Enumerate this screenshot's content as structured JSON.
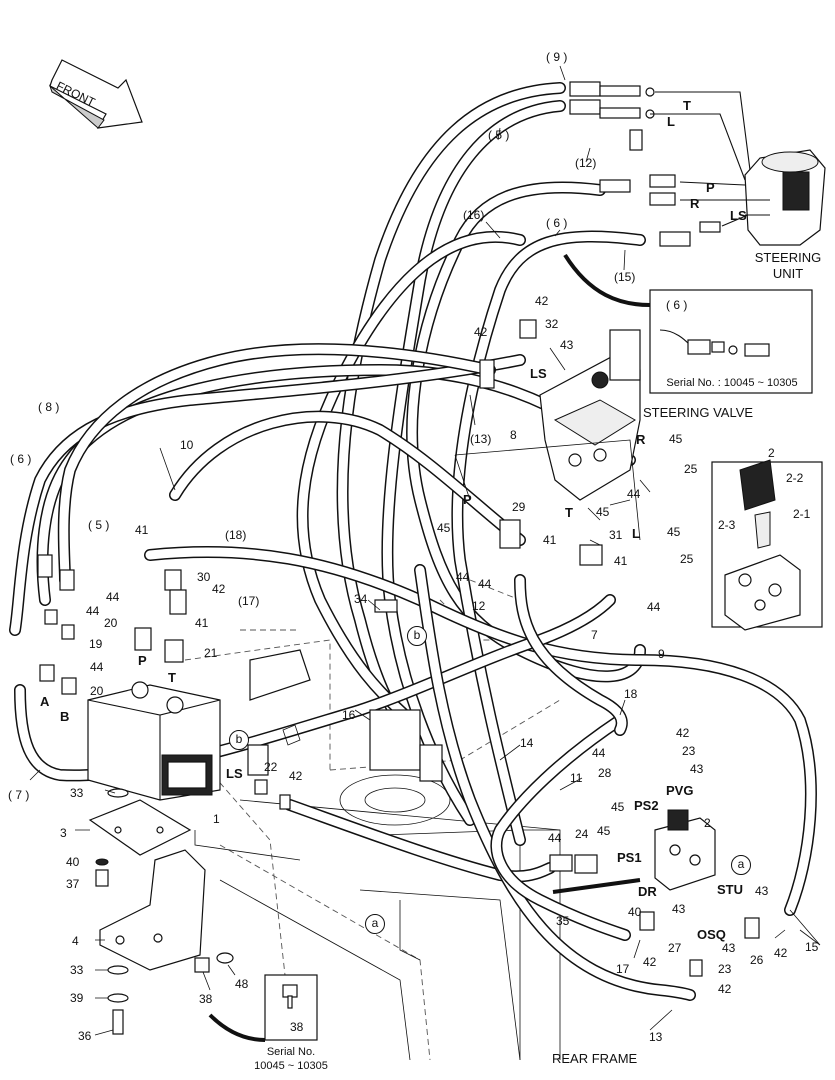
{
  "front_label": "FRONT",
  "steering_unit_title": [
    "STEERING",
    "UNIT"
  ],
  "steering_valve_title": "STEERING VALVE",
  "rear_frame_title": "REAR FRAME",
  "inset_serial_top": "Serial No. : 10045 ~ 10305",
  "inset_serial_bottom": [
    "Serial No.",
    "10045 ~ 10305"
  ],
  "inset_right_title": "2",
  "port_labels": {
    "T": "T",
    "L": "L",
    "P": "P",
    "R": "R",
    "LS": "LS",
    "A": "A",
    "B": "B",
    "PS2": "PS2",
    "PS1": "PS1",
    "PVG": "PVG",
    "DR": "DR",
    "STU": "STU",
    "OSQ": "OSQ"
  },
  "callout_circle": {
    "a": "a",
    "b": "b"
  },
  "labels": {
    "p9": "( 9 )",
    "p5a": "( 5 )",
    "p12": "(12)",
    "p16": "(16)",
    "p6a": "( 6 )",
    "p15": "(15)",
    "p6inset": "( 6 )",
    "p8": "( 8 )",
    "p6b": "( 6 )",
    "p5b": "( 5 )",
    "p13": "(13)",
    "p18": "(18)",
    "p17": "(17)",
    "p7": "( 7 )",
    "n10": "10",
    "n8": "8",
    "n42a": "42",
    "n32": "32",
    "n42b": "42",
    "n43a": "43",
    "n45a": "45",
    "n25a": "25",
    "n44a": "44",
    "n29": "29",
    "n45b": "45",
    "n45c": "45",
    "n31": "31",
    "n41a": "41",
    "n45d": "45",
    "n25b": "25",
    "n41b": "41",
    "n44b": "44",
    "n44c": "44",
    "n44d": "44",
    "n12": "12",
    "n7": "7",
    "n9": "9",
    "n34": "34",
    "n41c": "41",
    "n30": "30",
    "n44e": "44",
    "n42c": "42",
    "n20a": "20",
    "n41d": "41",
    "n21": "21",
    "n44f": "44",
    "n19": "19",
    "n44g": "44",
    "n20b": "20",
    "n33a": "33",
    "n1": "1",
    "n3": "3",
    "n40a": "40",
    "n37": "37",
    "n4": "4",
    "n33b": "33",
    "n39": "39",
    "n36": "36",
    "n38a": "38",
    "n48": "48",
    "n38b": "38",
    "n22": "22",
    "n42d": "42",
    "n16": "16",
    "n14": "14",
    "n11": "11",
    "n18": "18",
    "n42e": "42",
    "n44h": "44",
    "n23a": "23",
    "n28": "28",
    "n43b": "43",
    "n45e": "45",
    "n2": "2",
    "n44i": "44",
    "n24": "24",
    "n45f": "45",
    "n35": "35",
    "n40b": "40",
    "n43c": "43",
    "n27": "27",
    "n42f": "42",
    "n17": "17",
    "n13": "13",
    "n43d": "43",
    "n23b": "23",
    "n42g": "42",
    "n43e": "43",
    "n26": "26",
    "n42h": "42",
    "n15": "15",
    "n2_2": "2-2",
    "n2_3": "2-3",
    "n2_1": "2-1"
  }
}
